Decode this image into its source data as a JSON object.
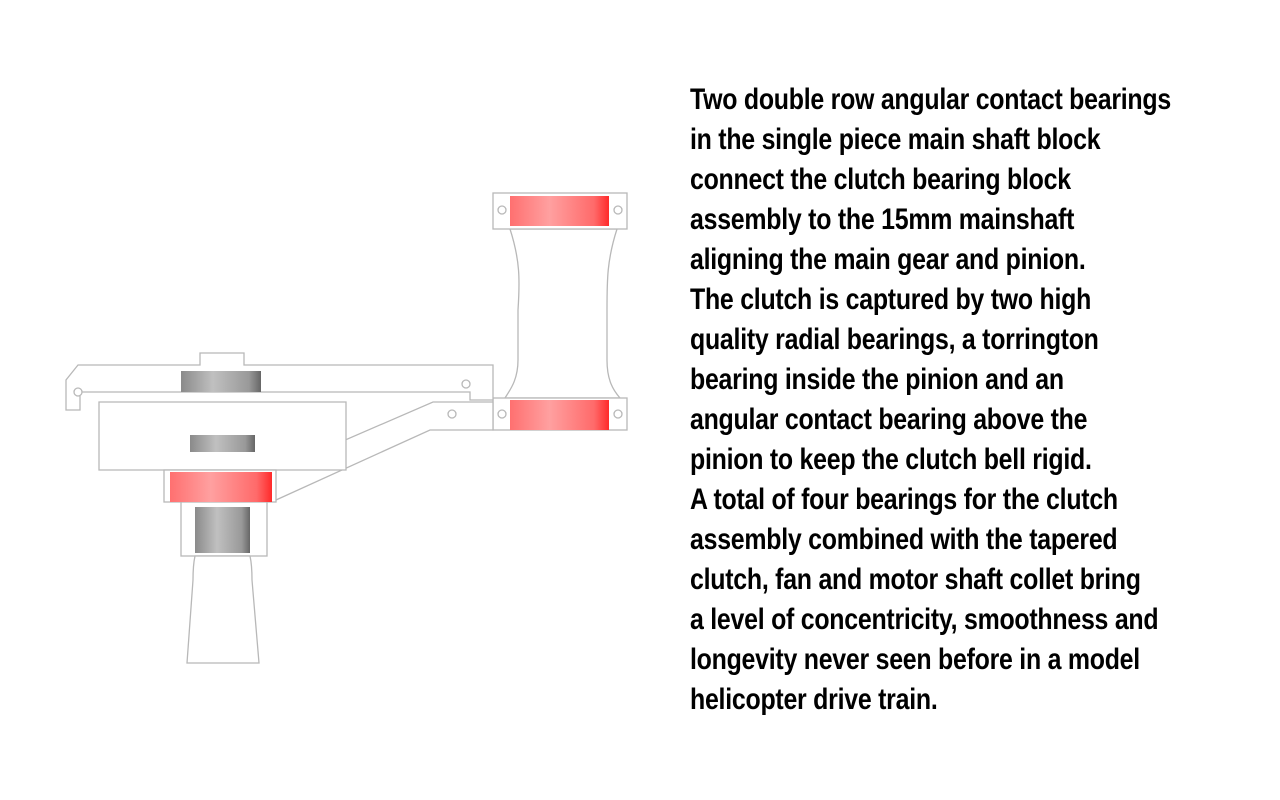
{
  "colors": {
    "bearing_red": "#ff4a4a",
    "bearing_grey": "#9a9a9a",
    "outline": "#bdbdbd"
  },
  "description_lines": [
    "Two double row angular contact bearings",
    "in the single piece main shaft block",
    "connect the clutch bearing block",
    "assembly to the 15mm mainshaft",
    "aligning the main gear and pinion.",
    "The clutch is captured by two high",
    "quality radial bearings, a torrington",
    "bearing inside the pinion and an",
    "angular contact bearing above the",
    "pinion to keep the clutch bell rigid.",
    "A total of four bearings for the clutch",
    "assembly combined with the tapered",
    "clutch, fan and motor shaft collet bring",
    "a level of concentricity, smoothness and",
    "longevity never seen before in a model",
    "helicopter drive train."
  ]
}
